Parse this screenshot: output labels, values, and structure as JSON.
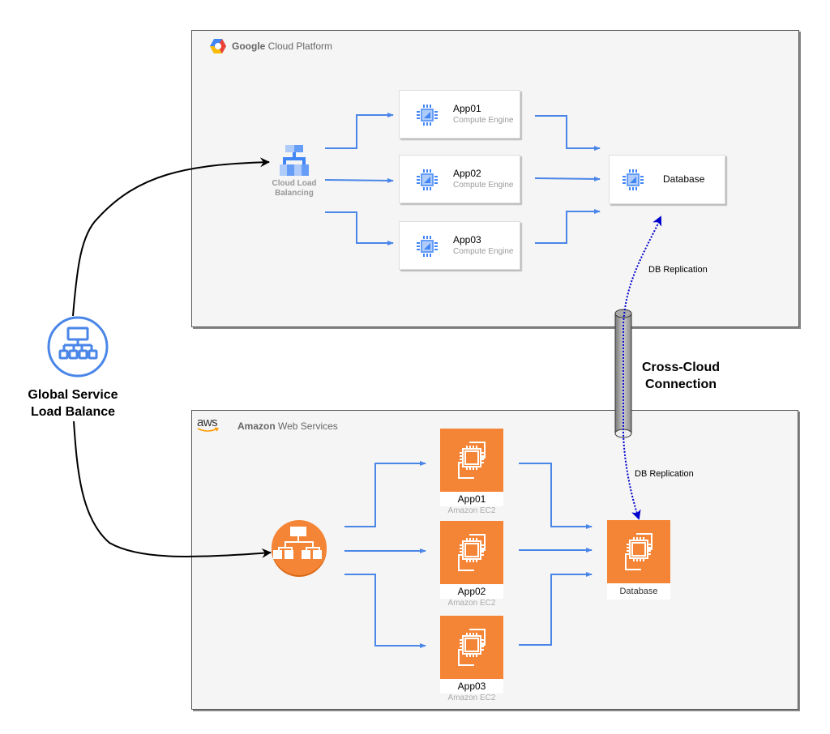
{
  "global_lb": {
    "label_line1": "Global Service",
    "label_line2": "Load Balance",
    "icon": "load-balancer-icon",
    "color": "#4285f4"
  },
  "gcp": {
    "title_bold": "Google",
    "title_rest": " Cloud Platform",
    "load_balancer": {
      "label_line1": "Cloud Load",
      "label_line2": "Balancing"
    },
    "apps": [
      {
        "name": "App01",
        "type": "Compute Engine"
      },
      {
        "name": "App02",
        "type": "Compute Engine"
      },
      {
        "name": "App03",
        "type": "Compute Engine"
      }
    ],
    "database": {
      "name": "Database"
    },
    "accent": "#4285f4"
  },
  "aws": {
    "logo_text": "aws",
    "title_bold": "Amazon",
    "title_rest": " Web Services",
    "apps": [
      {
        "name": "App01",
        "type": "Amazon EC2"
      },
      {
        "name": "App02",
        "type": "Amazon EC2"
      },
      {
        "name": "App03",
        "type": "Amazon EC2"
      }
    ],
    "database": {
      "name": "Database"
    },
    "accent": "#f58536"
  },
  "cross_cloud": {
    "label_line1": "Cross-Cloud",
    "label_line2": "Connection"
  },
  "replication": {
    "gcp_label": "DB Replication",
    "aws_label": "DB Replication",
    "color": "#0000cc"
  },
  "connector_color": "#4a86e8"
}
